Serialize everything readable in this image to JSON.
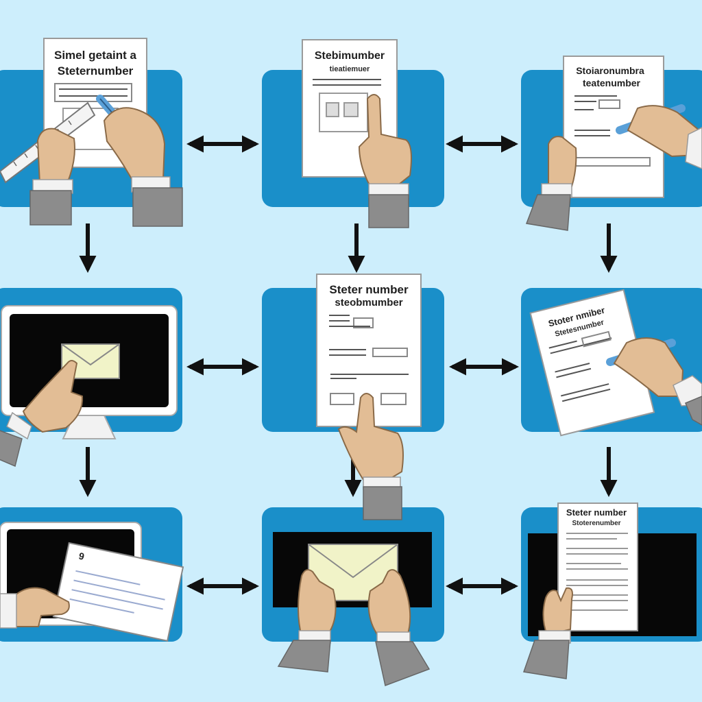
{
  "colors": {
    "background": "#cdeefc",
    "panel": "#1a8fc9",
    "paper": "#ffffff",
    "skin": "#e2bd95",
    "sleeve": "#8c8c8c",
    "cuff": "#f2f2f2",
    "envelope": "#f1f3c8",
    "screen": "#070707",
    "arrow": "#111111"
  },
  "steps": [
    {
      "title": "Simel getaint a",
      "subtitle": "Steternumber",
      "icons": [
        "document-icon",
        "ruler-icon",
        "pen-icon",
        "hand-icon"
      ]
    },
    {
      "title": "Stebimumber",
      "subtitle": "tieatiemuer",
      "icons": [
        "document-icon",
        "hand-pointing-icon"
      ]
    },
    {
      "title": "Stoiaronumbra",
      "subtitle": "teatenumber",
      "icons": [
        "document-icon",
        "pen-icon",
        "hand-icon"
      ]
    },
    {
      "title": "",
      "subtitle": "",
      "icons": [
        "monitor-icon",
        "envelope-icon",
        "hand-pointing-icon"
      ]
    },
    {
      "title": "Steter number",
      "subtitle": "steobmumber",
      "icons": [
        "document-icon",
        "hand-pointing-icon"
      ]
    },
    {
      "title": "Stoter nmiber",
      "subtitle": "Stetesnumber",
      "icons": [
        "document-icon",
        "pen-icon",
        "hand-icon"
      ]
    },
    {
      "title": "",
      "subtitle": "",
      "icons": [
        "monitor-icon",
        "card-icon",
        "hand-icon"
      ]
    },
    {
      "title": "",
      "subtitle": "",
      "icons": [
        "screen-icon",
        "envelope-icon",
        "hand-icon"
      ]
    },
    {
      "title": "Steter number",
      "subtitle": "Stoterenumber",
      "icons": [
        "screen-icon",
        "document-icon",
        "hand-icon"
      ]
    }
  ],
  "card_label": "9",
  "connectors": {
    "horizontal": [
      "bidirectional",
      "bidirectional",
      "bidirectional",
      "bidirectional",
      "bidirectional",
      "bidirectional"
    ],
    "vertical": [
      "down",
      "down",
      "down",
      "down",
      "down",
      "down"
    ]
  }
}
